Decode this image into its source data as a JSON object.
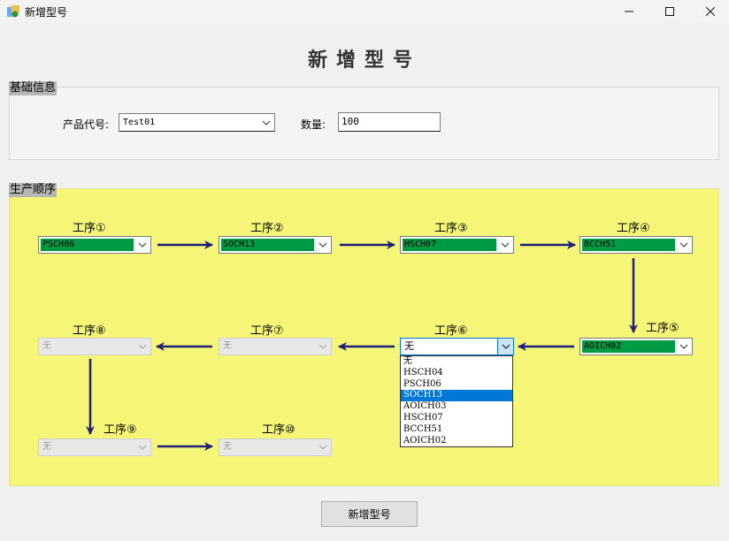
{
  "window": {
    "title": "新增型号"
  },
  "page_title": "新增型号",
  "basic": {
    "legend": "基础信息",
    "product_label": "产品代号:",
    "product_value": "Test01",
    "qty_label": "数量:",
    "qty_value": "100"
  },
  "sequence": {
    "legend": "生产顺序",
    "steps": [
      {
        "label": "工序①",
        "value": "PSCH06"
      },
      {
        "label": "工序②",
        "value": "SOCH13"
      },
      {
        "label": "工序③",
        "value": "HSCH07"
      },
      {
        "label": "工序④",
        "value": "BCCH51"
      },
      {
        "label": "工序⑤",
        "value": "AOICH02"
      },
      {
        "label": "工序⑥",
        "value": "无"
      },
      {
        "label": "工序⑦",
        "value": "无"
      },
      {
        "label": "工序⑧",
        "value": "无"
      },
      {
        "label": "工序⑨",
        "value": "无"
      },
      {
        "label": "工序⑩",
        "value": "无"
      }
    ],
    "dropdown_options": [
      "无",
      "HSCH04",
      "PSCH06",
      "SOCH13",
      "AOICH03",
      "HSCH07",
      "BCCH51",
      "AOICH02"
    ],
    "dropdown_highlighted": "SOCH13"
  },
  "submit_label": "新增型号",
  "colors": {
    "filled": "#009944",
    "panel": "#f5f577",
    "arrow": "#1f1f7a",
    "highlight": "#0078d7"
  }
}
